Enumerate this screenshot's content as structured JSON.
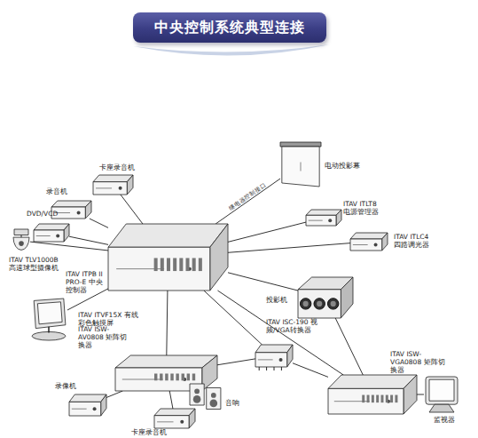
{
  "diagram": {
    "title": "中央控制系统典型连接",
    "nodes": [
      {
        "text": [
          "卡座录音机"
        ]
      },
      {
        "text": [
          "录音机"
        ]
      },
      {
        "text": [
          "DVD/VCD"
        ]
      },
      {
        "text": [
          "ITAV TLV1000B 高速球型摄像机"
        ]
      },
      {
        "text": [
          "ITAV ITPB II PRO-E 中央控制器"
        ]
      },
      {
        "text": [
          "电动投影幕"
        ]
      },
      {
        "text": [
          "ITAV ITLT8 电源管理器"
        ]
      },
      {
        "text": [
          "ITAV ITLC4 四路调光器"
        ]
      },
      {
        "text": [
          "投影机"
        ]
      },
      {
        "text": [
          "ITAV ITVF15X 有线彩色触摸屏"
        ]
      },
      {
        "text": [
          "ITAV ISC-190 视频/VGA转换器"
        ]
      },
      {
        "text": [
          "ITAV ISW-AV0808 矩阵切换器"
        ]
      },
      {
        "text": [
          "ITAV ISW-VGA0808 矩阵切换器"
        ]
      },
      {
        "text": [
          "录像机"
        ]
      },
      {
        "text": [
          "音响"
        ]
      },
      {
        "text": [
          "卡座录音机"
        ]
      },
      {
        "text": [
          "监视器"
        ]
      }
    ],
    "edges": [
      {
        "from": 4,
        "to": 0,
        "arrow": "none"
      },
      {
        "from": 4,
        "to": 1,
        "arrow": "none"
      },
      {
        "from": 4,
        "to": 2,
        "arrow": "none"
      },
      {
        "from": 4,
        "to": 3,
        "arrow": "none"
      },
      {
        "from": 4,
        "to": 5,
        "label": "继电器控制接口",
        "arrow": "none"
      },
      {
        "from": 4,
        "to": 6,
        "arrow": "none"
      },
      {
        "from": 4,
        "to": 7,
        "arrow": "none"
      },
      {
        "from": 4,
        "to": 8,
        "arrow": "none"
      },
      {
        "from": 4,
        "to": 9,
        "arrow": "none"
      },
      {
        "from": 4,
        "to": 11,
        "arrow": "none"
      },
      {
        "from": 4,
        "to": 10,
        "arrow": "none"
      },
      {
        "from": 4,
        "to": 12,
        "arrow": "none"
      },
      {
        "from": 11,
        "to": 13,
        "arrow": "none"
      },
      {
        "from": 11,
        "to": 14,
        "arrow": "none"
      },
      {
        "from": 11,
        "to": 15,
        "arrow": "none"
      },
      {
        "from": 11,
        "to": 10,
        "arrow": "none"
      },
      {
        "from": 10,
        "to": 12,
        "arrow": "none"
      },
      {
        "from": 12,
        "to": 8,
        "arrow": "none"
      },
      {
        "from": 12,
        "to": 16,
        "arrow": "none"
      }
    ]
  }
}
